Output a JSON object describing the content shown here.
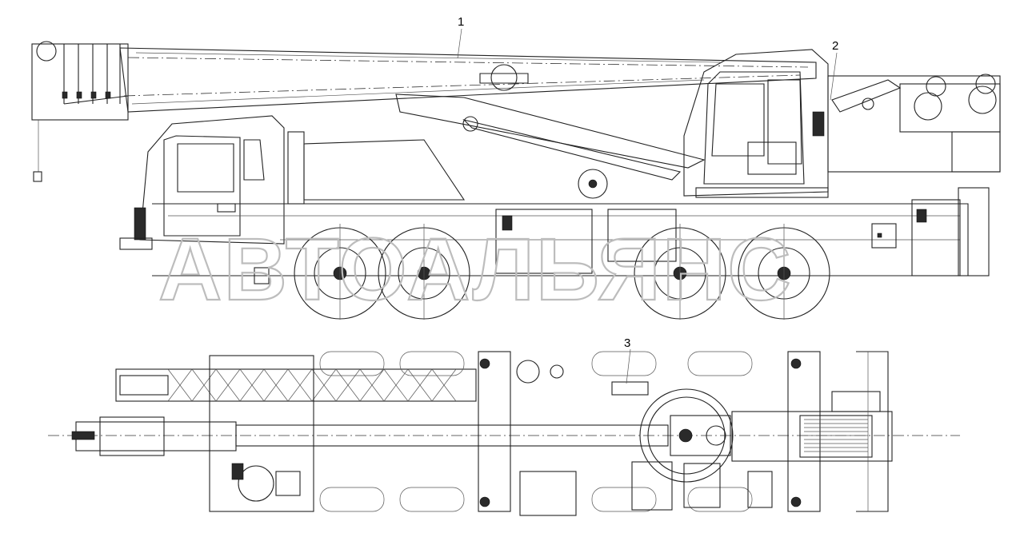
{
  "watermark": "АВТОАЛЬЯНС",
  "callouts": [
    {
      "id": "1",
      "label": "1"
    },
    {
      "id": "2",
      "label": "2"
    },
    {
      "id": "3",
      "label": "3"
    }
  ],
  "colors": {
    "line": "#222222",
    "watermark": "#bdbdbd",
    "background": "#ffffff"
  }
}
